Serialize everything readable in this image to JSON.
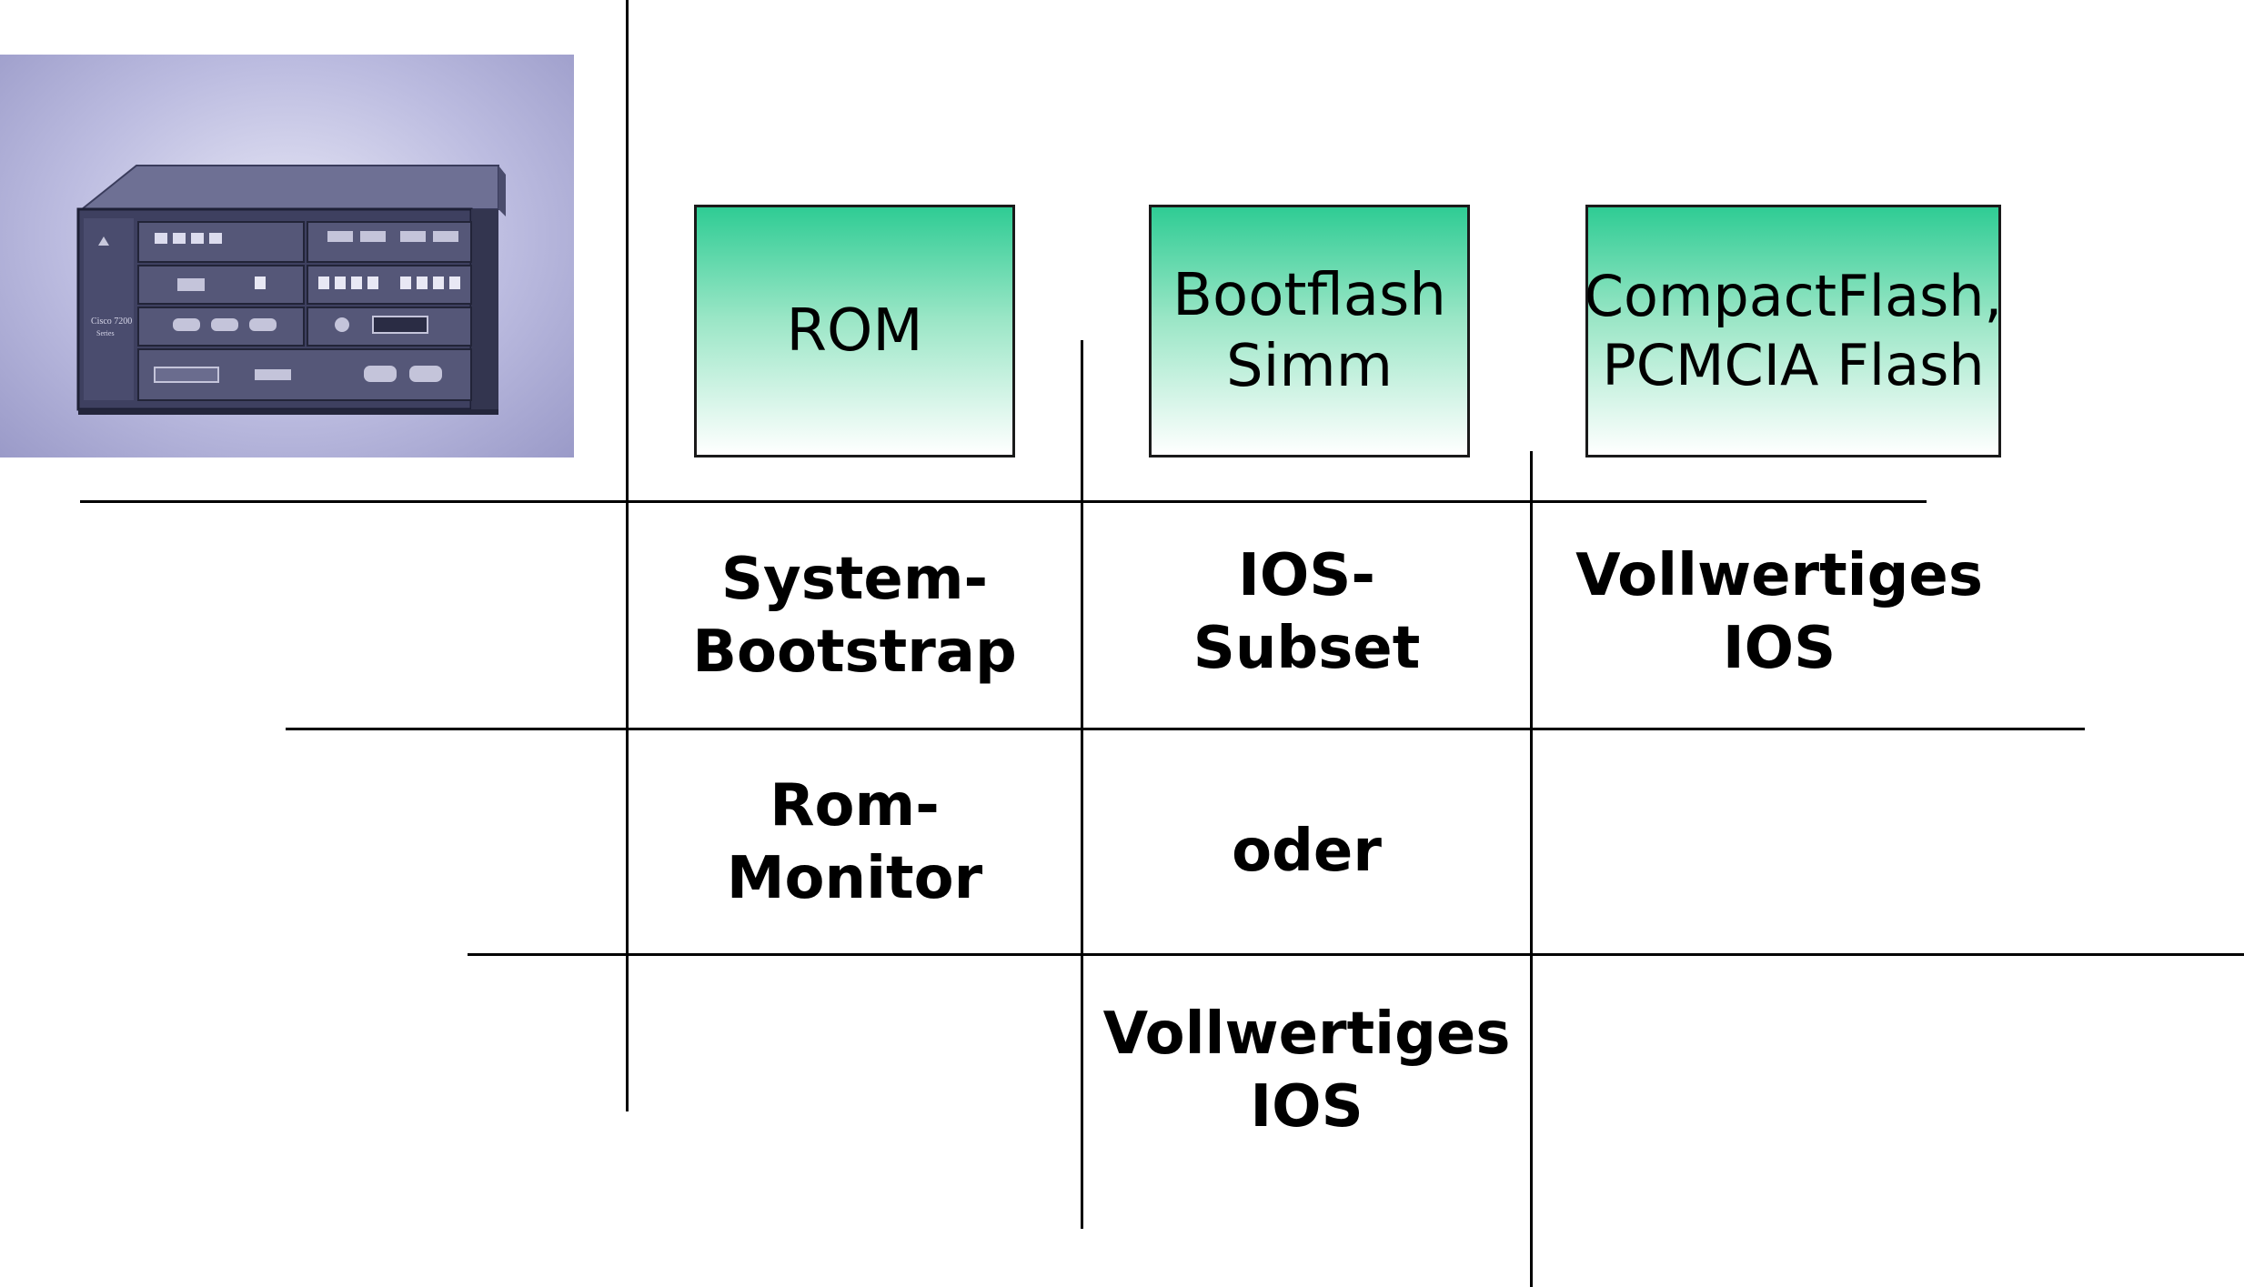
{
  "memory_boxes": [
    {
      "lines": [
        "ROM"
      ]
    },
    {
      "lines": [
        "Bootflash",
        "Simm"
      ]
    },
    {
      "lines": [
        "CompactFlash,",
        "PCMCIA Flash"
      ]
    }
  ],
  "rows": [
    {
      "rom": [
        "System-",
        "Bootstrap"
      ],
      "bootflash": [
        "IOS-",
        "Subset"
      ],
      "compactflash": [
        "Vollwertiges",
        "IOS"
      ]
    },
    {
      "rom": [
        "Rom-",
        "Monitor"
      ],
      "bootflash": [
        "oder"
      ]
    },
    {
      "bootflash": [
        "Vollwertiges",
        "IOS"
      ]
    }
  ],
  "photo": {
    "label_line1": "Cisco 7200",
    "label_line2": "Series"
  },
  "colors": {
    "box_top": "#2fcc94",
    "box_bottom": "#ffffff",
    "line": "#000000",
    "photo_bg": "#b4b4dc"
  }
}
